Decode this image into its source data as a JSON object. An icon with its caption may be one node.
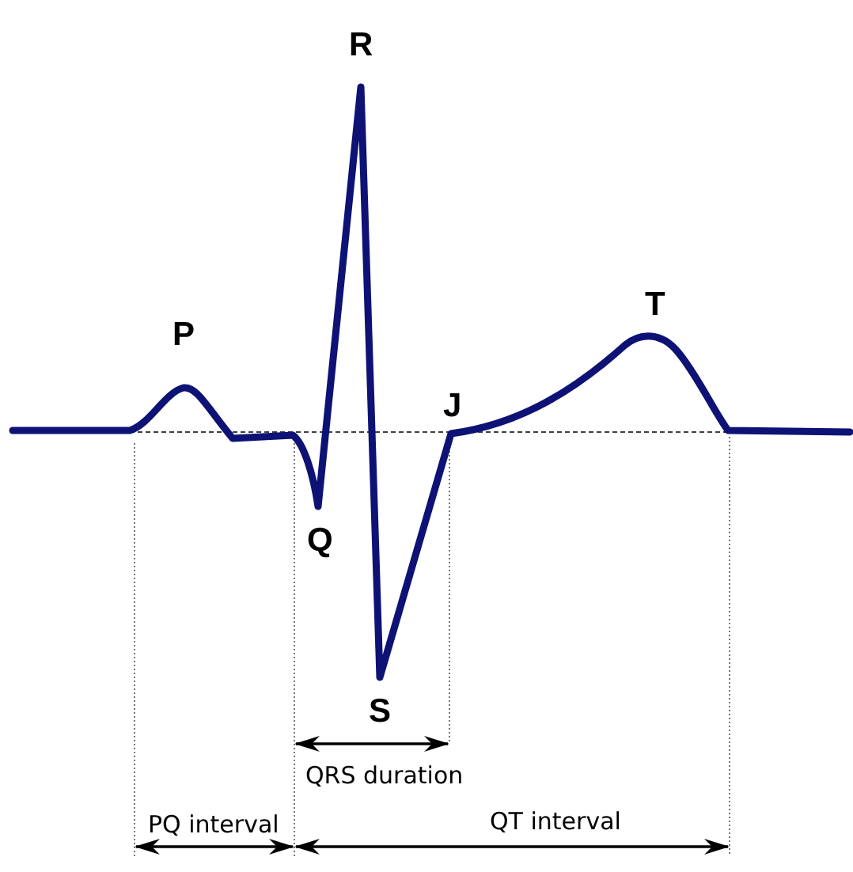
{
  "diagram": {
    "labels": [
      "R",
      "P",
      "T",
      "J",
      "Q",
      "S",
      "QRS duration",
      "PQ interval",
      "QT interval"
    ]
  }
}
